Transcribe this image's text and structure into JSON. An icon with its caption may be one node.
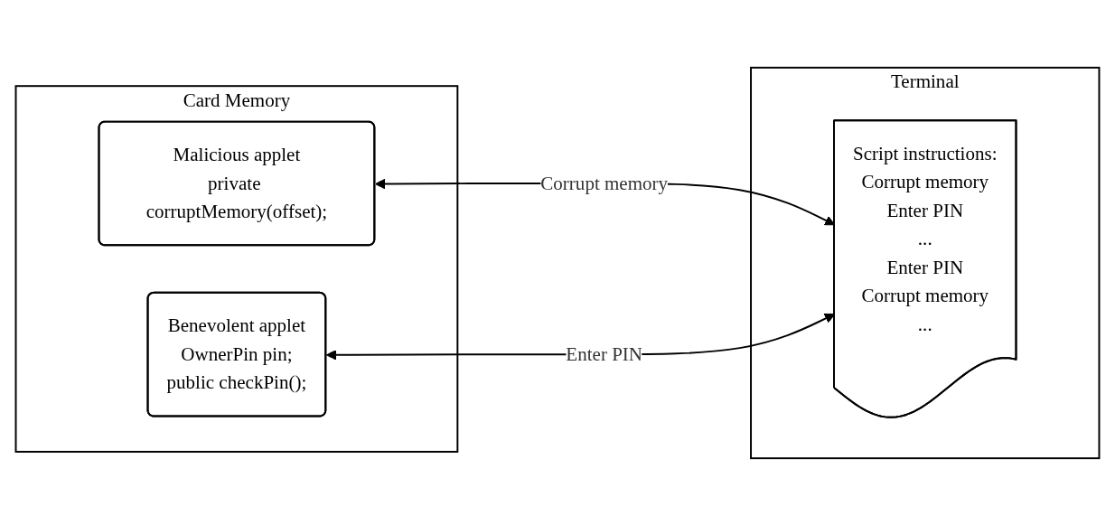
{
  "diagram": {
    "nodes": [
      {
        "text": [
          "Card Memory"
        ]
      },
      {
        "text": [
          "Malicious applet",
          "private corruptMemory(offset);"
        ],
        "in": 0
      },
      {
        "text": [
          "Benevolent applet",
          "OwnerPin pin;",
          "public checkPin();"
        ],
        "in": 0
      },
      {
        "text": [
          "Terminal"
        ]
      },
      {
        "text": [
          "Script instructions:",
          "Corrupt memory",
          "Enter PIN",
          "...",
          "Enter PIN",
          "Corrupt memory",
          "..."
        ],
        "in": 3
      }
    ],
    "edges": [
      {
        "from": 1,
        "to": 4,
        "label": "Corrupt memory",
        "arrow": "both"
      },
      {
        "from": 2,
        "to": 4,
        "label": "Enter PIN",
        "arrow": "both"
      }
    ]
  }
}
